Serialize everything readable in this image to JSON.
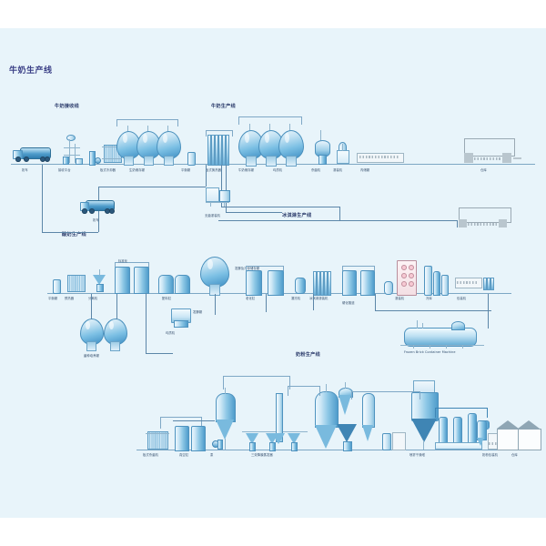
{
  "diagram": {
    "title": "牛奶生产线",
    "title_color": "#3a3f86",
    "background_color": "#e8f4fa",
    "page_background": "#ffffff",
    "accent_color": "#4f9ccb",
    "line_color": "#8fb4cc"
  },
  "sections": [
    {
      "id": "milk-reception",
      "label": "牛奶接收线"
    },
    {
      "id": "milk-production",
      "label": "牛奶生产线"
    },
    {
      "id": "yogurt",
      "label": "酸奶生产线"
    },
    {
      "id": "ice-cream",
      "label": "冰淇淋生产线"
    },
    {
      "id": "milk-powder",
      "label": "奶粉生产线"
    }
  ],
  "row1": {
    "labels": [
      {
        "name": "milk-tanker",
        "text": "奶车"
      },
      {
        "name": "receiving-platform",
        "text": "接收平台"
      },
      {
        "name": "plate-cooler",
        "text": "板式冷却器"
      },
      {
        "name": "raw-milk-silo",
        "text": "生奶储存罐"
      },
      {
        "name": "balance-tank",
        "text": "平衡罐"
      },
      {
        "name": "sterilizer",
        "text": "杀菌机"
      },
      {
        "name": "filling-machine",
        "text": "灌装机"
      },
      {
        "name": "inner-tank",
        "text": "内储罐"
      },
      {
        "name": "warehouse-1",
        "text": "仓库"
      }
    ]
  },
  "row2": {
    "labels": [
      {
        "name": "plate-heat-exchanger",
        "text": "板式换热器"
      },
      {
        "name": "milk-storage-tank",
        "text": "牛奶储存罐"
      },
      {
        "name": "homogenizer",
        "text": "均质机"
      },
      {
        "name": "aseptic-tank",
        "text": "无菌灌装机"
      },
      {
        "name": "yogurt-tanker",
        "text": "奶车"
      }
    ]
  },
  "row3": {
    "labels": [
      {
        "name": "balance-tank-3",
        "text": "平衡罐"
      },
      {
        "name": "preheater",
        "text": "预热器"
      },
      {
        "name": "separator",
        "text": "分离机"
      },
      {
        "name": "standardizing",
        "text": "标准化"
      },
      {
        "name": "blending-tank",
        "text": "配料缸"
      },
      {
        "name": "homogenizer-3",
        "text": "均质机"
      },
      {
        "name": "fermenting-tank",
        "text": "发酵罐"
      },
      {
        "name": "ferment-cooling",
        "text": "发酵及冷却储存罐"
      },
      {
        "name": "culture-tank",
        "text": "菌种培养罐"
      },
      {
        "name": "aging-tank",
        "text": "老化缸"
      },
      {
        "name": "freezer",
        "text": "凝冻机"
      },
      {
        "name": "filling-3",
        "text": "灌装机"
      },
      {
        "name": "hardening-tunnel",
        "text": "硬化隧道"
      },
      {
        "name": "cold-store",
        "text": "冷库"
      },
      {
        "name": "ice-cream-filling",
        "text": "冰淇淋灌装机"
      },
      {
        "name": "packing-3",
        "text": "包装机"
      },
      {
        "name": "frozen-brick-machine",
        "text": "Frozen Brick Container Machine"
      }
    ]
  },
  "row4": {
    "labels": [
      {
        "name": "plate-sterilizer-4",
        "text": "板式杀菌机"
      },
      {
        "name": "vacuum-tank-4",
        "text": "真空缸"
      },
      {
        "name": "pump-4",
        "text": "泵"
      },
      {
        "name": "evaporator-4",
        "text": "三效降膜蒸发器"
      },
      {
        "name": "spray-dryer-4",
        "text": "喷雾干燥塔"
      },
      {
        "name": "fluid-bed-4",
        "text": "流化床"
      },
      {
        "name": "packing-4",
        "text": "奶粉包装机"
      },
      {
        "name": "warehouse-4",
        "text": "仓库"
      }
    ]
  }
}
